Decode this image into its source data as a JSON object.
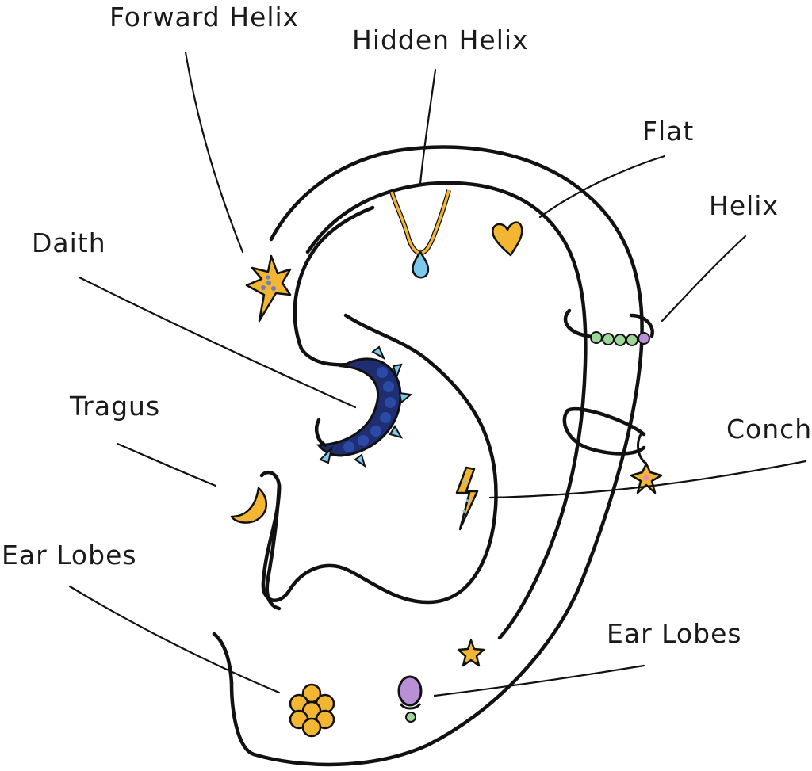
{
  "title": "Ear piercing locations diagram",
  "labels": {
    "forward_helix": "Forward Helix",
    "hidden_helix": "Hidden Helix",
    "flat": "Flat",
    "helix": "Helix",
    "daith": "Daith",
    "tragus": "Tragus",
    "conch": "Conch",
    "ear_lobes_left": "Ear Lobes",
    "ear_lobes_right": "Ear Lobes"
  },
  "colors": {
    "ink": "#111111",
    "gold": "#f2b632",
    "navy": "#2b4aa8",
    "sky": "#7ec8ec",
    "mint": "#9fd69a",
    "lilac": "#b98fd6",
    "blue_dot": "#6d7fbf"
  }
}
